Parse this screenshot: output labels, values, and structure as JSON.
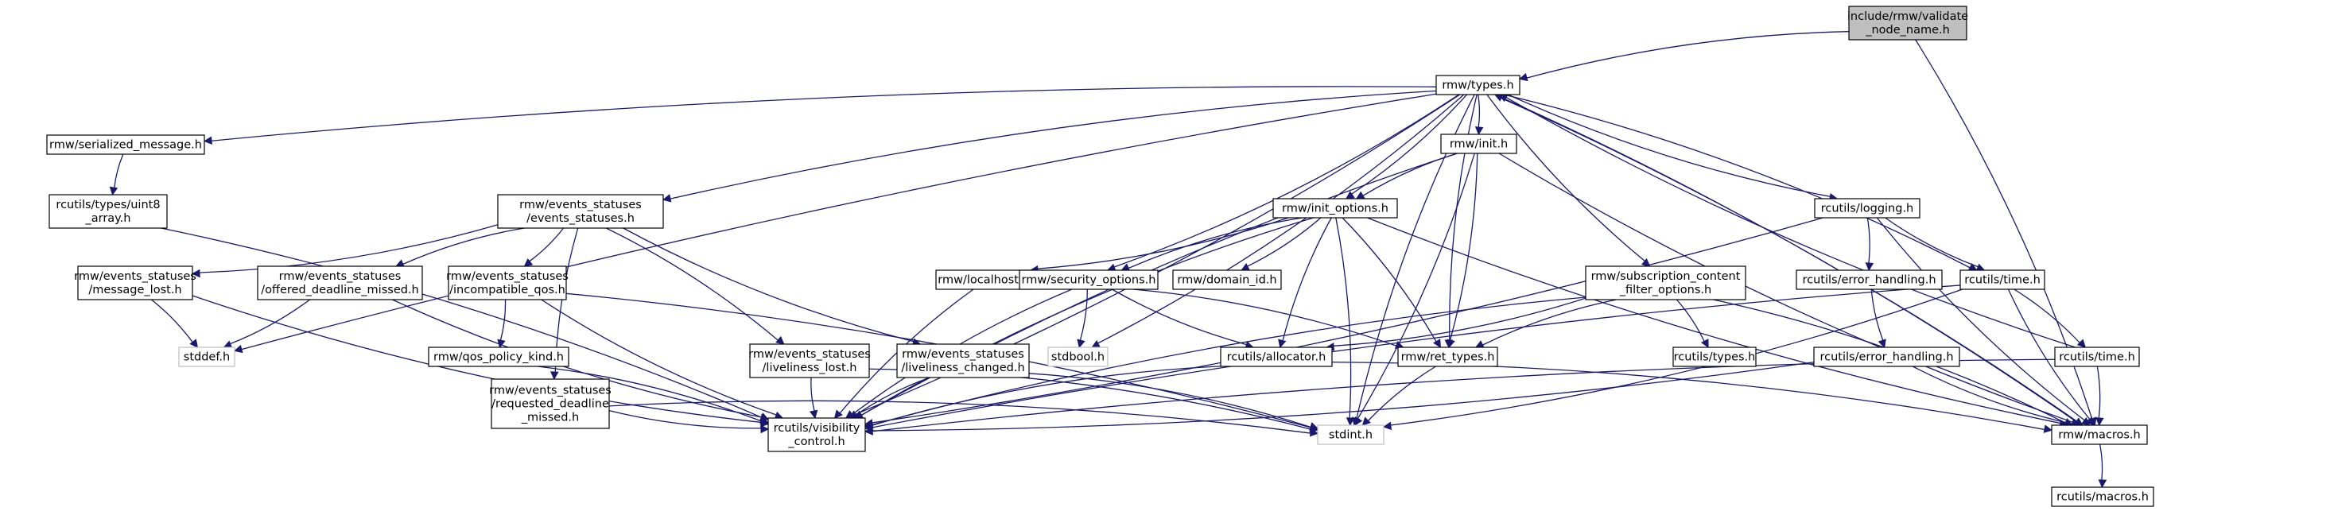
{
  "graph": {
    "title": "include/rmw/validate_node_name.h",
    "colors": {
      "edge": "#191970",
      "root_fill": "#bfbfbf",
      "external_border": "#bfbfbf",
      "node_border": "#000000"
    },
    "nodes": [
      {
        "id": "validate_node_name",
        "lines": [
          "include/rmw/validate",
          "_node_name.h"
        ],
        "kind": "root"
      },
      {
        "id": "types",
        "lines": [
          "rmw/types.h"
        ],
        "kind": "normal"
      },
      {
        "id": "serialized_message",
        "lines": [
          "rmw/serialized_message.h"
        ],
        "kind": "normal"
      },
      {
        "id": "uint8_array",
        "lines": [
          "rcutils/types/uint8",
          "_array.h"
        ],
        "kind": "normal"
      },
      {
        "id": "init",
        "lines": [
          "rmw/init.h"
        ],
        "kind": "normal"
      },
      {
        "id": "events_statuses",
        "lines": [
          "rmw/events_statuses",
          "/events_statuses.h"
        ],
        "kind": "normal"
      },
      {
        "id": "init_options",
        "lines": [
          "rmw/init_options.h"
        ],
        "kind": "normal"
      },
      {
        "id": "logging",
        "lines": [
          "rcutils/logging.h"
        ],
        "kind": "normal"
      },
      {
        "id": "message_lost",
        "lines": [
          "rmw/events_statuses",
          "/message_lost.h"
        ],
        "kind": "normal"
      },
      {
        "id": "offered_deadline_missed",
        "lines": [
          "rmw/events_statuses",
          "/offered_deadline_missed.h"
        ],
        "kind": "normal"
      },
      {
        "id": "incompatible_qos",
        "lines": [
          "rmw/events_statuses",
          "/incompatible_qos.h"
        ],
        "kind": "normal"
      },
      {
        "id": "localhost",
        "lines": [
          "rmw/localhost.h"
        ],
        "kind": "normal"
      },
      {
        "id": "security_options",
        "lines": [
          "rmw/security_options.h"
        ],
        "kind": "normal"
      },
      {
        "id": "domain_id",
        "lines": [
          "rmw/domain_id.h"
        ],
        "kind": "normal"
      },
      {
        "id": "subscription_content_filter_options",
        "lines": [
          "rmw/subscription_content",
          "_filter_options.h"
        ],
        "kind": "normal"
      },
      {
        "id": "error_handling_a",
        "lines": [
          "rcutils/error_handling.h"
        ],
        "kind": "normal"
      },
      {
        "id": "time_rcutils",
        "lines": [
          "rcutils/time.h"
        ],
        "kind": "normal"
      },
      {
        "id": "stddef",
        "lines": [
          "stddef.h"
        ],
        "kind": "external"
      },
      {
        "id": "qos_policy_kind",
        "lines": [
          "rmw/qos_policy_kind.h"
        ],
        "kind": "normal"
      },
      {
        "id": "requested_deadline_missed",
        "lines": [
          "rmw/events_statuses",
          "/requested_deadline",
          "_missed.h"
        ],
        "kind": "normal"
      },
      {
        "id": "liveliness_lost",
        "lines": [
          "rmw/events_statuses",
          "/liveliness_lost.h"
        ],
        "kind": "normal"
      },
      {
        "id": "liveliness_changed",
        "lines": [
          "rmw/events_statuses",
          "/liveliness_changed.h"
        ],
        "kind": "normal"
      },
      {
        "id": "stdbool",
        "lines": [
          "stdbool.h"
        ],
        "kind": "external"
      },
      {
        "id": "allocator",
        "lines": [
          "rcutils/allocator.h"
        ],
        "kind": "normal"
      },
      {
        "id": "ret_types",
        "lines": [
          "rmw/ret_types.h"
        ],
        "kind": "normal"
      },
      {
        "id": "types_rcutils",
        "lines": [
          "rcutils/types.h"
        ],
        "kind": "normal"
      },
      {
        "id": "error_handling_b",
        "lines": [
          "rcutils/error_handling.h"
        ],
        "kind": "normal"
      },
      {
        "id": "time_rmw",
        "lines": [
          "rcutils/time.h"
        ],
        "kind": "normal"
      },
      {
        "id": "visibility_control",
        "lines": [
          "rcutils/visibility",
          "_control.h"
        ],
        "kind": "normal"
      },
      {
        "id": "stdint",
        "lines": [
          "stdint.h"
        ],
        "kind": "external"
      },
      {
        "id": "macros_rmw",
        "lines": [
          "rmw/macros.h"
        ],
        "kind": "normal"
      },
      {
        "id": "macros_rcutils",
        "lines": [
          "rcutils/macros.h"
        ],
        "kind": "normal"
      }
    ],
    "edges": [
      [
        "validate_node_name",
        "types"
      ],
      [
        "validate_node_name",
        "macros_rmw"
      ],
      [
        "types",
        "serialized_message"
      ],
      [
        "types",
        "init"
      ],
      [
        "types",
        "events_statuses"
      ],
      [
        "types",
        "init_options"
      ],
      [
        "types",
        "logging"
      ],
      [
        "types",
        "security_options"
      ],
      [
        "types",
        "subscription_content_filter_options"
      ],
      [
        "types",
        "time_rcutils"
      ],
      [
        "types",
        "stddef"
      ],
      [
        "types",
        "stdbool"
      ],
      [
        "types",
        "ret_types"
      ],
      [
        "types",
        "visibility_control"
      ],
      [
        "types",
        "stdint"
      ],
      [
        "types",
        "macros_rmw"
      ],
      [
        "serialized_message",
        "uint8_array"
      ],
      [
        "uint8_array",
        "visibility_control"
      ],
      [
        "init",
        "init_options"
      ],
      [
        "init",
        "ret_types"
      ],
      [
        "init",
        "visibility_control"
      ],
      [
        "init",
        "stdint"
      ],
      [
        "init",
        "macros_rmw"
      ],
      [
        "events_statuses",
        "message_lost"
      ],
      [
        "events_statuses",
        "offered_deadline_missed"
      ],
      [
        "events_statuses",
        "incompatible_qos"
      ],
      [
        "events_statuses",
        "requested_deadline_missed"
      ],
      [
        "events_statuses",
        "liveliness_lost"
      ],
      [
        "events_statuses",
        "liveliness_changed"
      ],
      [
        "init_options",
        "localhost"
      ],
      [
        "init_options",
        "security_options"
      ],
      [
        "init_options",
        "domain_id"
      ],
      [
        "init_options",
        "allocator"
      ],
      [
        "init_options",
        "ret_types"
      ],
      [
        "init_options",
        "visibility_control"
      ],
      [
        "init_options",
        "stdint"
      ],
      [
        "init_options",
        "macros_rmw"
      ],
      [
        "logging",
        "error_handling_a"
      ],
      [
        "logging",
        "time_rcutils"
      ],
      [
        "logging",
        "visibility_control"
      ],
      [
        "logging",
        "macros_rmw"
      ],
      [
        "message_lost",
        "stddef"
      ],
      [
        "message_lost",
        "visibility_control"
      ],
      [
        "offered_deadline_missed",
        "stddef"
      ],
      [
        "offered_deadline_missed",
        "visibility_control"
      ],
      [
        "incompatible_qos",
        "qos_policy_kind"
      ],
      [
        "incompatible_qos",
        "visibility_control"
      ],
      [
        "incompatible_qos",
        "stdint"
      ],
      [
        "localhost",
        "visibility_control"
      ],
      [
        "security_options",
        "stdbool"
      ],
      [
        "security_options",
        "allocator"
      ],
      [
        "security_options",
        "ret_types"
      ],
      [
        "security_options",
        "visibility_control"
      ],
      [
        "subscription_content_filter_options",
        "allocator"
      ],
      [
        "subscription_content_filter_options",
        "ret_types"
      ],
      [
        "subscription_content_filter_options",
        "types_rcutils"
      ],
      [
        "subscription_content_filter_options",
        "visibility_control"
      ],
      [
        "subscription_content_filter_options",
        "macros_rmw"
      ],
      [
        "error_handling_a",
        "error_handling_b"
      ],
      [
        "time_rcutils",
        "time_rmw"
      ],
      [
        "time_rcutils",
        "visibility_control"
      ],
      [
        "time_rcutils",
        "stdint"
      ],
      [
        "time_rcutils",
        "macros_rmw"
      ],
      [
        "qos_policy_kind",
        "visibility_control"
      ],
      [
        "requested_deadline_missed",
        "visibility_control"
      ],
      [
        "requested_deadline_missed",
        "stdint"
      ],
      [
        "liveliness_lost",
        "visibility_control"
      ],
      [
        "liveliness_lost",
        "stdint"
      ],
      [
        "liveliness_changed",
        "visibility_control"
      ],
      [
        "liveliness_changed",
        "stdint"
      ],
      [
        "allocator",
        "visibility_control"
      ],
      [
        "allocator",
        "macros_rmw"
      ],
      [
        "ret_types",
        "stdint"
      ],
      [
        "error_handling_b",
        "visibility_control"
      ],
      [
        "error_handling_b",
        "macros_rmw"
      ],
      [
        "time_rmw",
        "types"
      ],
      [
        "time_rmw",
        "visibility_control"
      ],
      [
        "time_rmw",
        "macros_rmw"
      ],
      [
        "macros_rmw",
        "types"
      ],
      [
        "macros_rmw",
        "macros_rcutils"
      ]
    ]
  }
}
